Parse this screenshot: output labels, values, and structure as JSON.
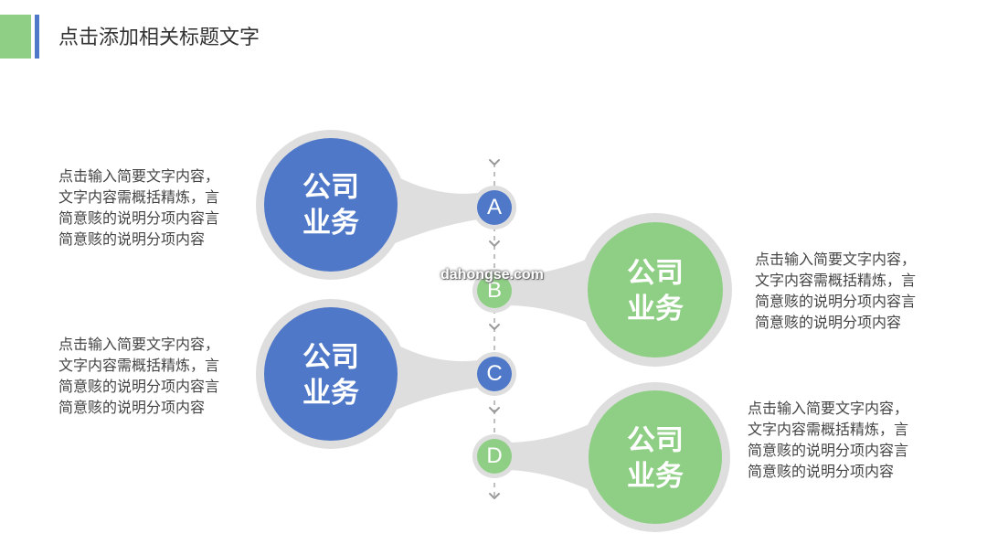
{
  "title": "点击添加相关标题文字",
  "colors": {
    "blue": "#4f78c9",
    "green": "#8fcf85",
    "ring": "#dedede",
    "dash": "#a0a0a0"
  },
  "steps": [
    "A",
    "B",
    "C",
    "D"
  ],
  "items": [
    {
      "label_line1": "公司",
      "label_line2": "业务",
      "desc": [
        "点击输入简要文字内容，",
        "文字内容需概括精炼，言",
        "简意赅的说明分项内容言",
        "简意赅的说明分项内容"
      ]
    },
    {
      "label_line1": "公司",
      "label_line2": "业务",
      "desc": [
        "点击输入简要文字内容，",
        "文字内容需概括精炼，言",
        "简意赅的说明分项内容言",
        "简意赅的说明分项内容"
      ]
    },
    {
      "label_line1": "公司",
      "label_line2": "业务",
      "desc": [
        "点击输入简要文字内容，",
        "文字内容需概括精炼，言",
        "简意赅的说明分项内容言",
        "简意赅的说明分项内容"
      ]
    },
    {
      "label_line1": "公司",
      "label_line2": "业务",
      "desc": [
        "点击输入简要文字内容，",
        "文字内容需概括精炼，言",
        "简意赅的说明分项内容言",
        "简意赅的说明分项内容"
      ]
    }
  ],
  "watermark": "dahongse.com"
}
